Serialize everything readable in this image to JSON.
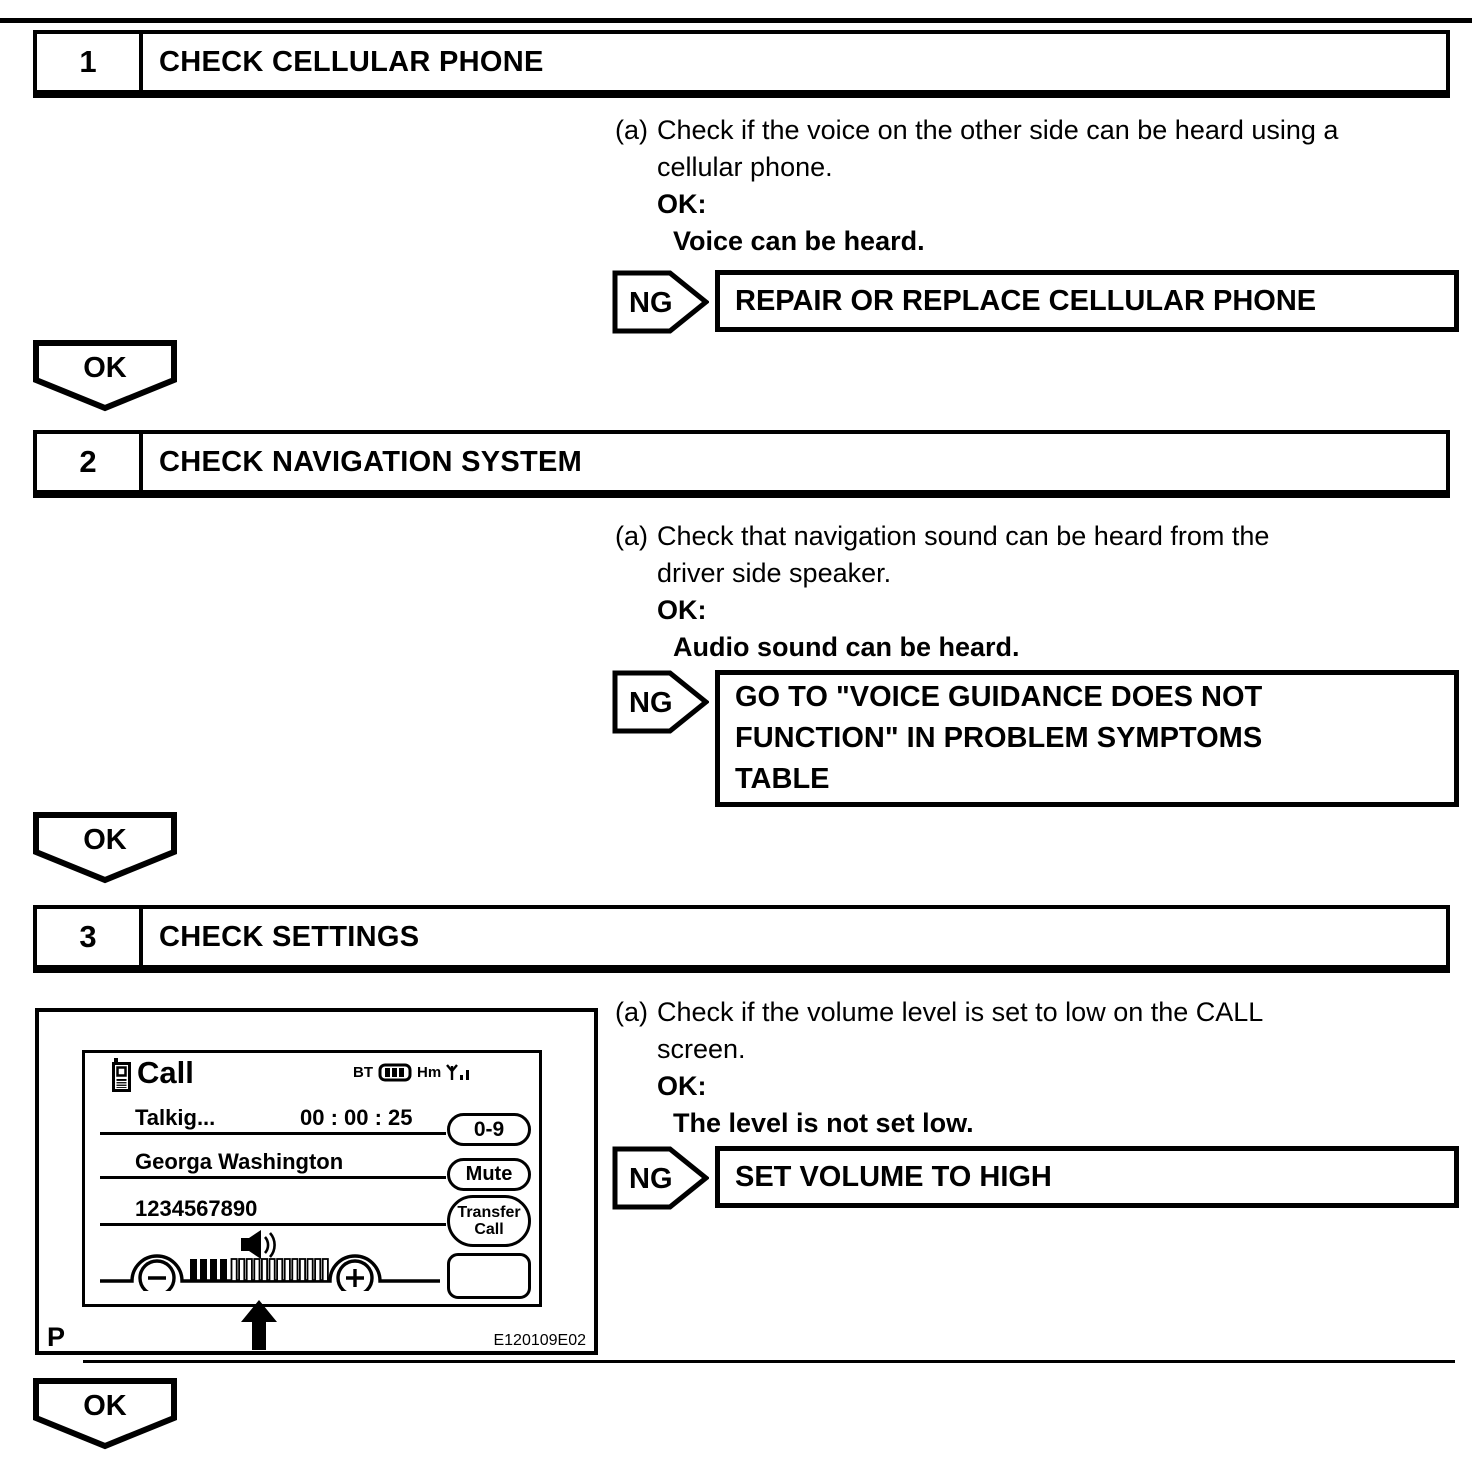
{
  "steps": [
    {
      "number": "1",
      "title": "CHECK CELLULAR PHONE",
      "item_label": "(a)",
      "item_text": "Check if the voice on the other side can be heard using a\ncellular phone.",
      "ok_heading": "OK:",
      "ok_condition": "Voice can be heard.",
      "ng_label": "NG",
      "ng_action": "REPAIR OR REPLACE CELLULAR PHONE",
      "ok_label": "OK"
    },
    {
      "number": "2",
      "title": "CHECK NAVIGATION SYSTEM",
      "item_label": "(a)",
      "item_text": "Check that navigation sound can be heard from the\ndriver side speaker.",
      "ok_heading": "OK:",
      "ok_condition": "Audio sound can be heard.",
      "ng_label": "NG",
      "ng_action": "GO TO \"VOICE GUIDANCE DOES NOT\nFUNCTION\" IN PROBLEM SYMPTOMS\nTABLE",
      "ok_label": "OK"
    },
    {
      "number": "3",
      "title": "CHECK SETTINGS",
      "item_label": "(a)",
      "item_text": "Check if the volume level is set to low on the CALL\nscreen.",
      "ok_heading": "OK:",
      "ok_condition": "The level is not set low.",
      "ng_label": "NG",
      "ng_action": "SET VOLUME TO HIGH",
      "ok_label": "OK"
    }
  ],
  "figure": {
    "label_p": "P",
    "code": "E120109E02",
    "screen": {
      "title": "Call",
      "status": {
        "bt": "BT",
        "hm": "Hm"
      },
      "rows": [
        {
          "text": "Talkig...",
          "time": "00 : 00 : 25"
        },
        {
          "text": "Georga Washington",
          "time": ""
        },
        {
          "text": "1234567890",
          "time": ""
        }
      ],
      "buttons": [
        {
          "label": "0-9"
        },
        {
          "label": "Mute"
        },
        {
          "label": "Transfer\nCall"
        },
        {
          "label": ""
        }
      ],
      "volume": {
        "filled_bars": 4,
        "empty_bars": 13
      }
    }
  }
}
